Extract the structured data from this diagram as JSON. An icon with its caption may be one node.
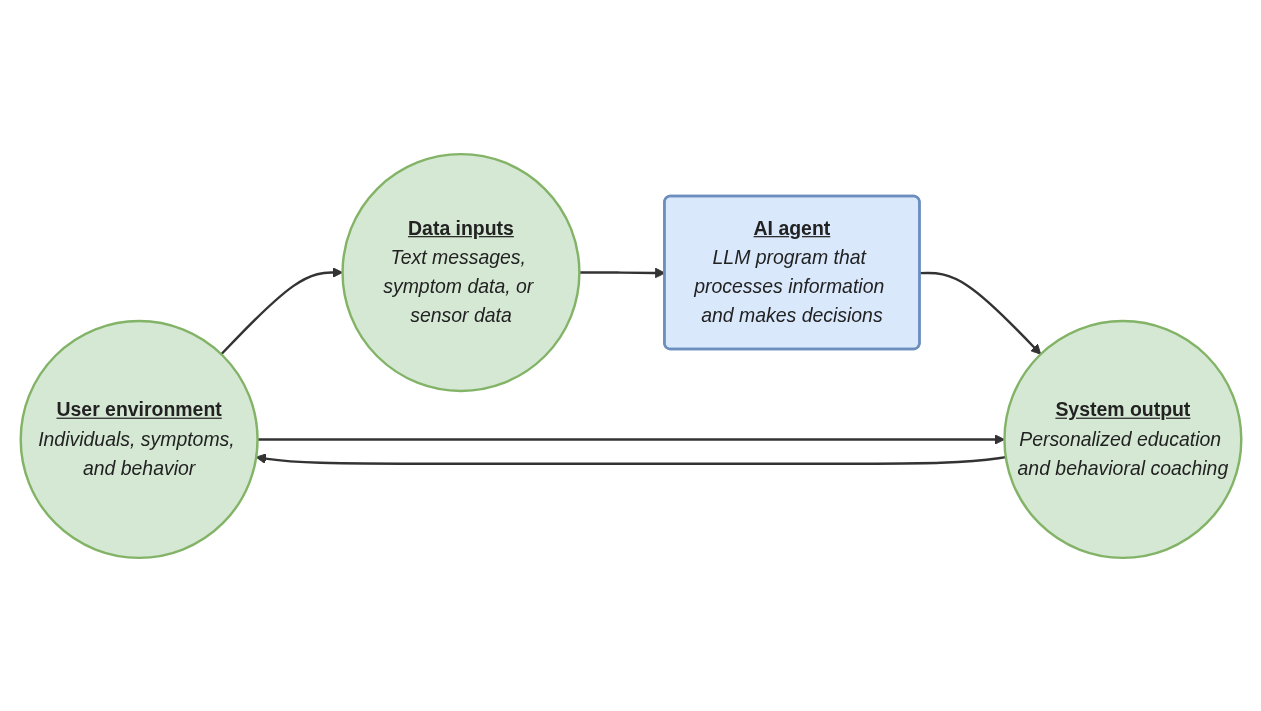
{
  "diagram": {
    "nodes": [
      {
        "text": [
          "User environment",
          "Individuals, symptoms, and behavior"
        ]
      },
      {
        "text": [
          "Data inputs",
          "Text messages, symptom data, or sensor data"
        ]
      },
      {
        "text": [
          "AI agent",
          "LLM program that processes information and makes decisions"
        ]
      },
      {
        "text": [
          "System output",
          "Personalized education and behavioral coaching"
        ]
      }
    ],
    "edges": [
      {
        "from": 0,
        "to": 1,
        "arrow": "to"
      },
      {
        "from": 1,
        "to": 2,
        "arrow": "to"
      },
      {
        "from": 2,
        "to": 3,
        "arrow": "to"
      },
      {
        "from": 0,
        "to": 3,
        "arrow": "to"
      },
      {
        "from": 3,
        "to": 0,
        "arrow": "to"
      }
    ]
  }
}
